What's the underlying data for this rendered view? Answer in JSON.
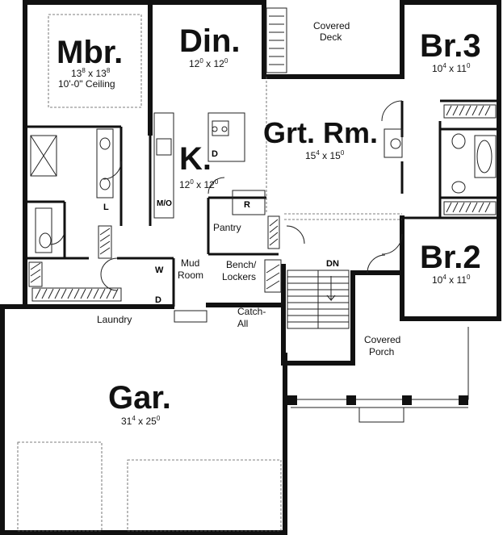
{
  "rooms": {
    "mbr": {
      "name": "Mbr.",
      "dim": "13 x 13",
      "sup_a": "8",
      "sup_b": "8",
      "note": "10'-0\" Ceiling"
    },
    "din": {
      "name": "Din.",
      "dim": "12 x 12",
      "sup_a": "0",
      "sup_b": "0"
    },
    "covered_deck": {
      "name_line1": "Covered",
      "name_line2": "Deck"
    },
    "br3": {
      "name": "Br.3",
      "dim": "10 x 11",
      "sup_a": "4",
      "sup_b": "0"
    },
    "grt": {
      "name": "Grt. Rm.",
      "dim": "15 x 15",
      "sup_a": "4",
      "sup_b": "0"
    },
    "kitchen": {
      "name": "K.",
      "dim": "12 x 12",
      "sup_a": "0",
      "sup_b": "0"
    },
    "br2": {
      "name": "Br.2",
      "dim": "10 x 11",
      "sup_a": "4",
      "sup_b": "0"
    },
    "pantry": {
      "name": "Pantry"
    },
    "mud": {
      "name_line1": "Mud",
      "name_line2": "Room"
    },
    "bench": {
      "name_line1": "Bench/",
      "name_line2": "Lockers"
    },
    "catch": {
      "name_line1": "Catch-",
      "name_line2": "All"
    },
    "laundry": {
      "name": "Laundry"
    },
    "covered_porch": {
      "name_line1": "Covered",
      "name_line2": "Porch"
    },
    "gar": {
      "name": "Gar.",
      "dim": "31 x 25",
      "sup_a": "4",
      "sup_b": "0"
    }
  },
  "fixtures": {
    "stair_label": "DN",
    "dishwasher": "D",
    "microwave": "M/O",
    "refrigerator": "R",
    "linen": "L",
    "washer": "W",
    "dryer": "D"
  }
}
